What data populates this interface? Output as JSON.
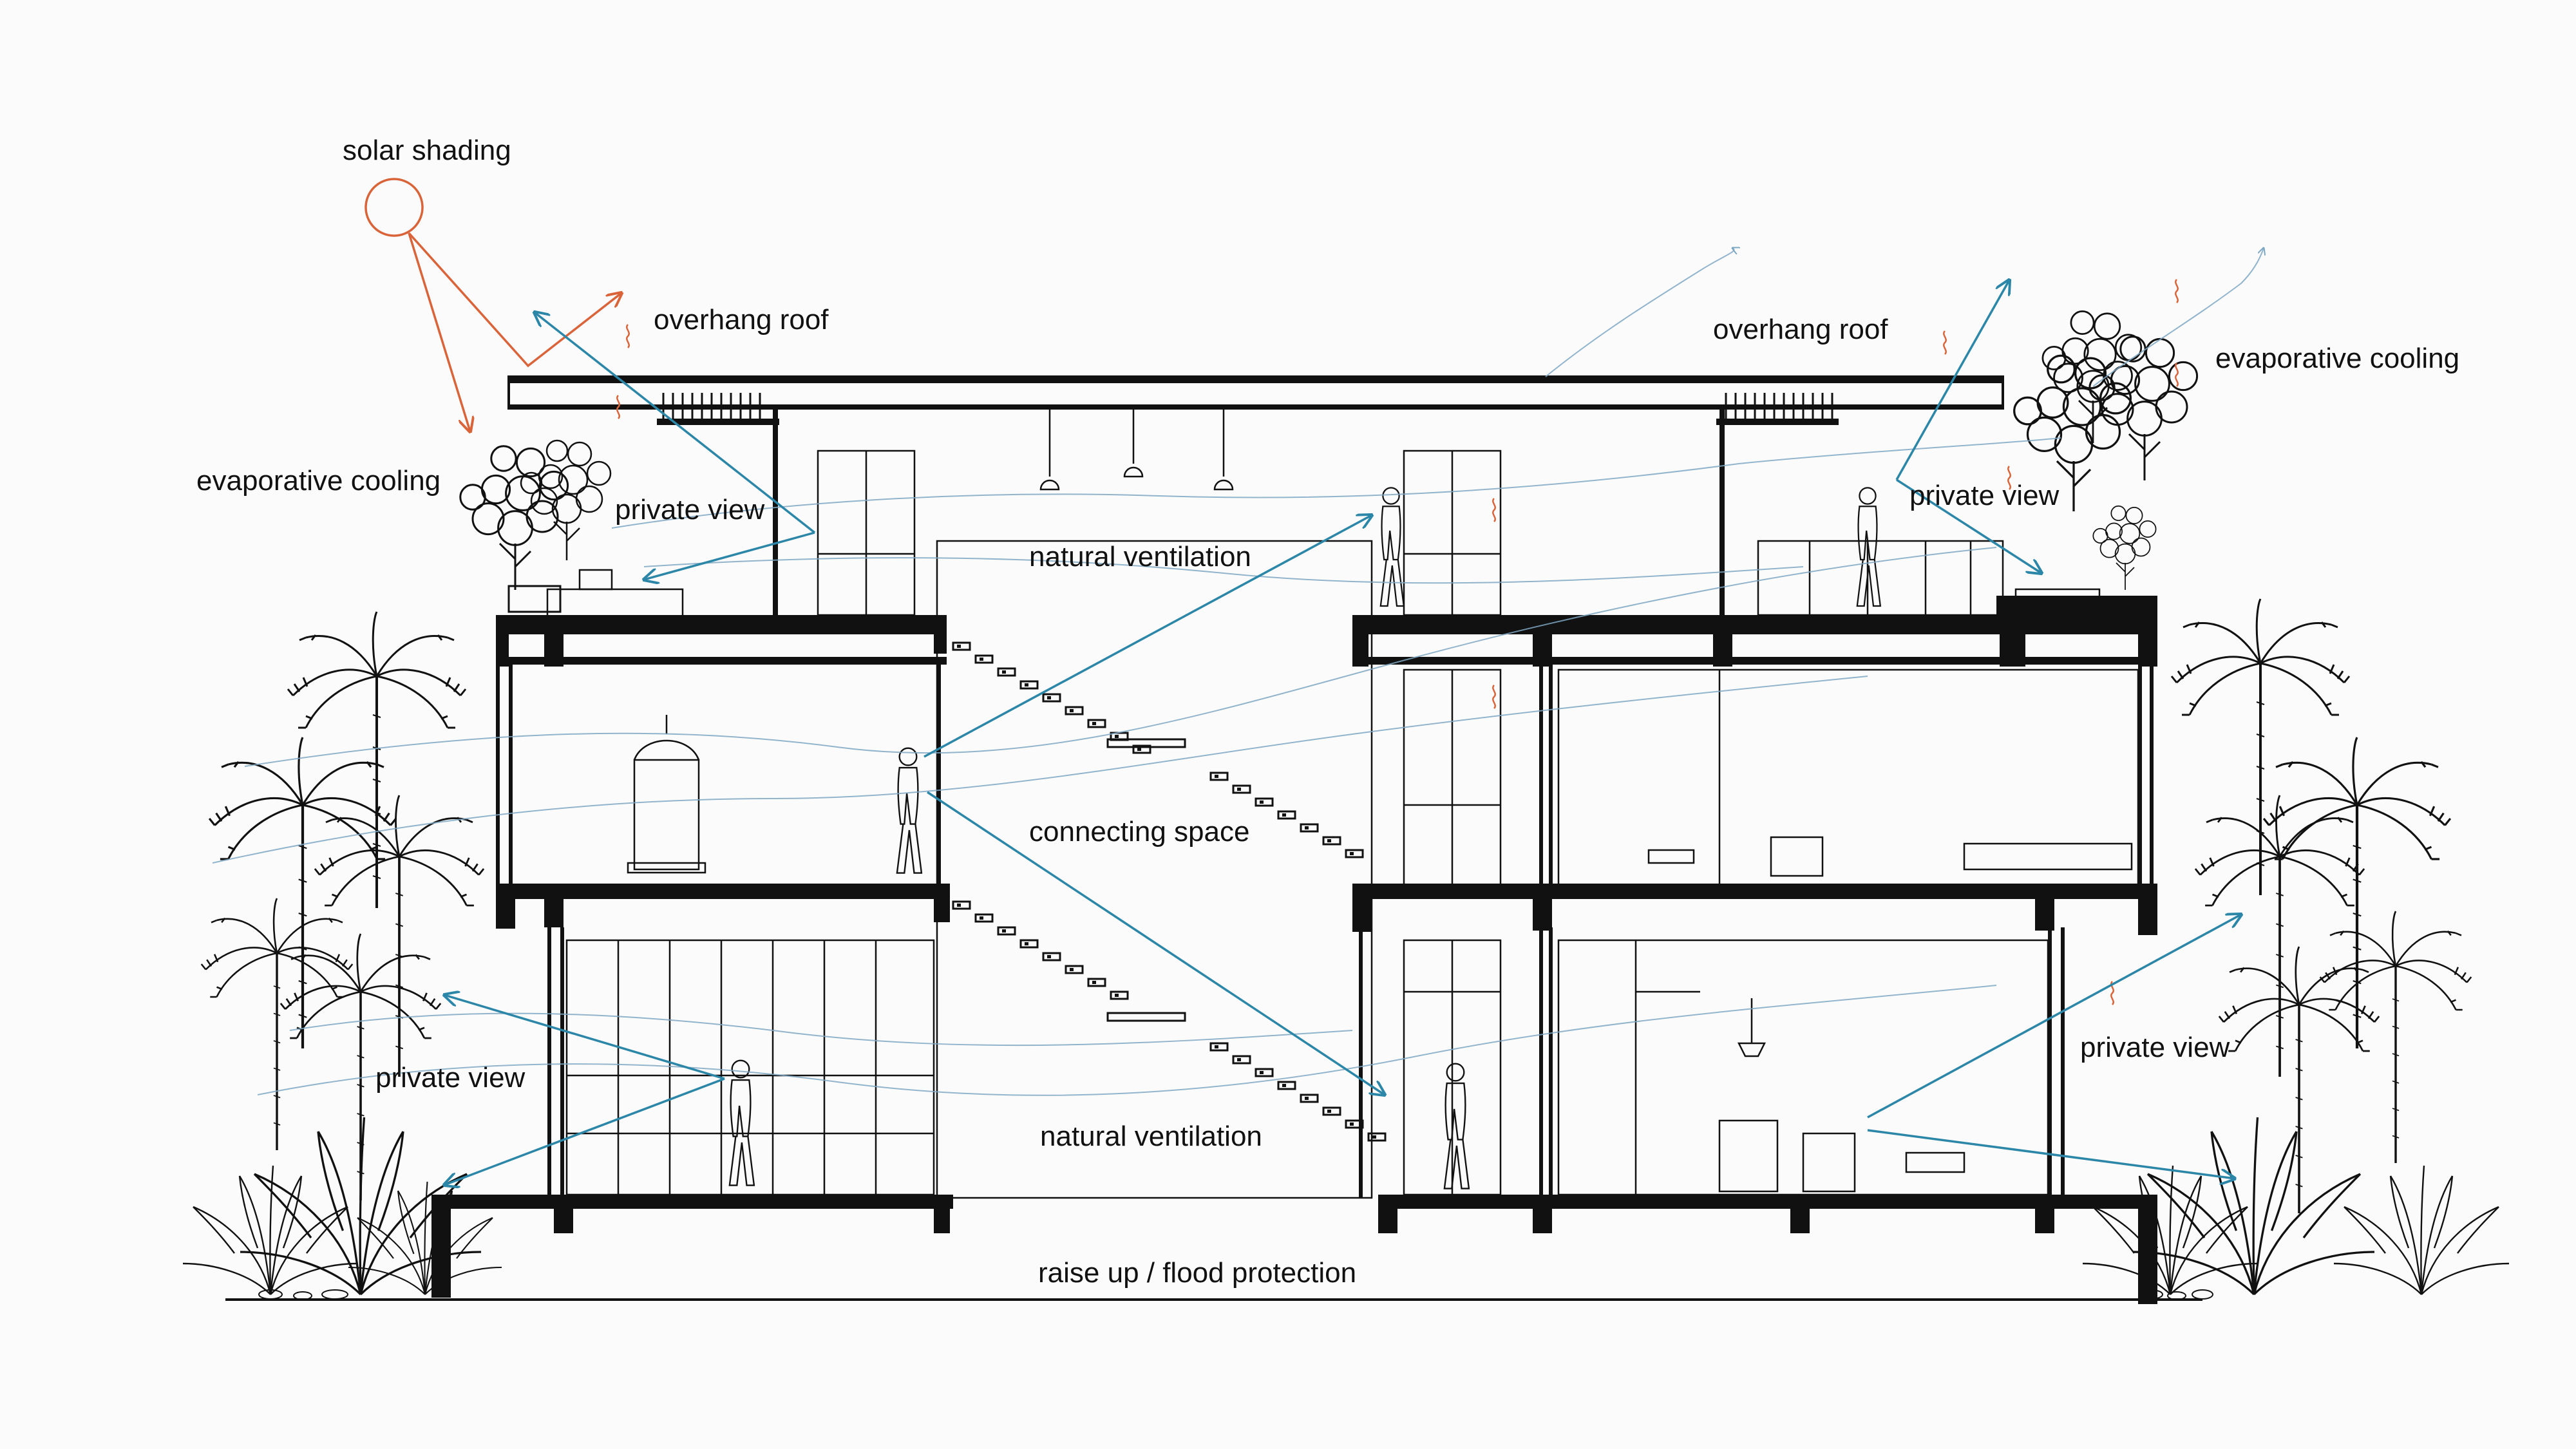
{
  "labels": {
    "solar_shading": "solar shading",
    "overhang_roof_left": "overhang roof",
    "overhang_roof_right": "overhang roof",
    "evaporative_cooling_left": "evaporative cooling",
    "evaporative_cooling_right": "evaporative cooling",
    "private_view_roof_left": "private view",
    "private_view_roof_right": "private view",
    "natural_ventilation_top": "natural ventilation",
    "connecting_space": "connecting space",
    "private_view_ground_left": "private view",
    "private_view_ground_right": "private view",
    "natural_ventilation_bottom": "natural ventilation",
    "raise_up": "raise up / flood protection"
  },
  "colors": {
    "line": "#111111",
    "ventilation_arrow": "#2b86a8",
    "sun": "#d9643a",
    "airflow": "#7fa8c4",
    "background": "#fbfbfb"
  }
}
